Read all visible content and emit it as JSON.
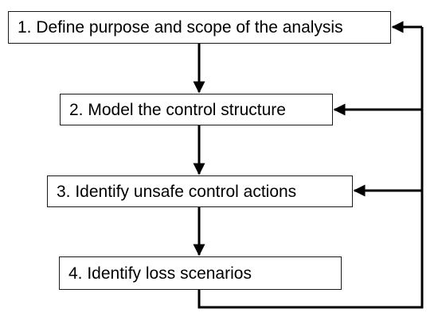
{
  "steps": [
    {
      "label": "1. Define purpose and scope of the analysis"
    },
    {
      "label": "2. Model the control structure"
    },
    {
      "label": "3. Identify unsafe control actions"
    },
    {
      "label": "4. Identify loss scenarios"
    }
  ],
  "colors": {
    "line": "#000000",
    "box_border": "#1a1a1a",
    "background": "#ffffff"
  }
}
